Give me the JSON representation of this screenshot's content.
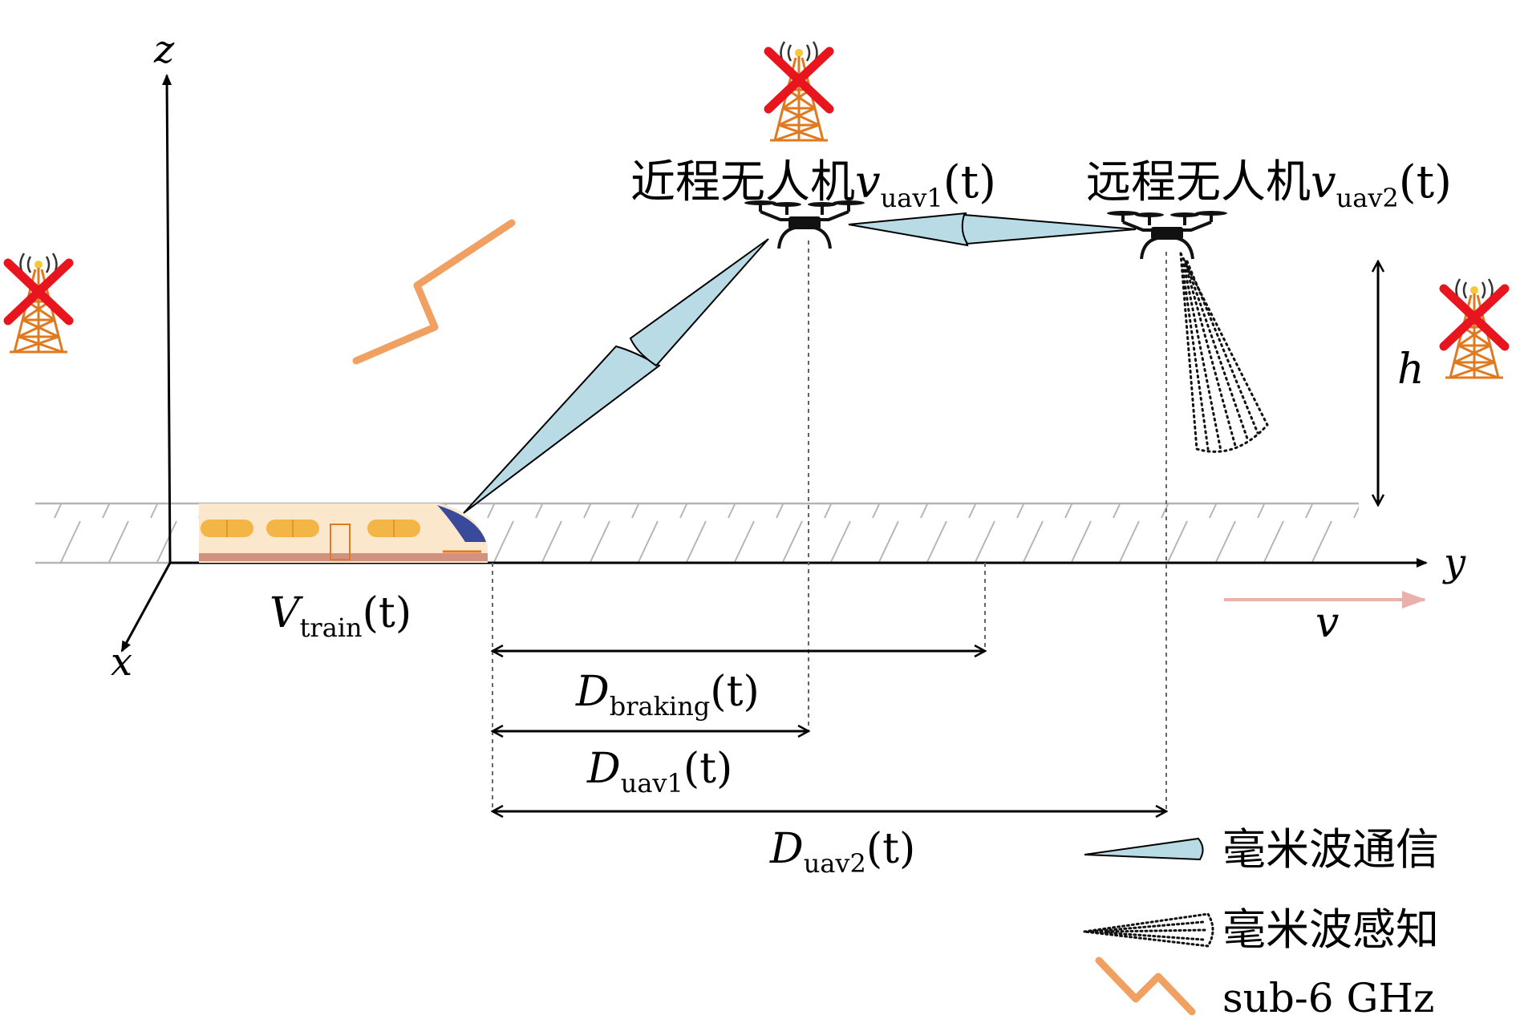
{
  "axes": {
    "z": "z",
    "y": "y",
    "x": "x",
    "h": "h",
    "v": "v"
  },
  "uav1": {
    "label_cn": "近程无人机",
    "var": "v",
    "sub": "uav1",
    "arg": "(t)"
  },
  "uav2": {
    "label_cn": "远程无人机",
    "var": "v",
    "sub": "uav2",
    "arg": "(t)"
  },
  "train": {
    "var": "V",
    "sub": "train",
    "arg": "(t)"
  },
  "distances": {
    "braking": {
      "var": "D",
      "sub": "braking",
      "arg": "(t)"
    },
    "uav1": {
      "var": "D",
      "sub": "uav1",
      "arg": "(t)"
    },
    "uav2": {
      "var": "D",
      "sub": "uav2",
      "arg": "(t)"
    }
  },
  "legend": {
    "mmwave_comm": "毫米波通信",
    "mmwave_sense": "毫米波感知",
    "sub6": "sub-6 GHz"
  },
  "colors": {
    "beam_fill": "#b8dbe6",
    "sub6": "#f0a060",
    "cross": "#e8141e",
    "tower": "#e07a20",
    "train_body": "#fbe8cc",
    "train_window": "#f3b545",
    "train_nose": "#3a4a9a",
    "velocity_arrow": "#eab0ae"
  }
}
